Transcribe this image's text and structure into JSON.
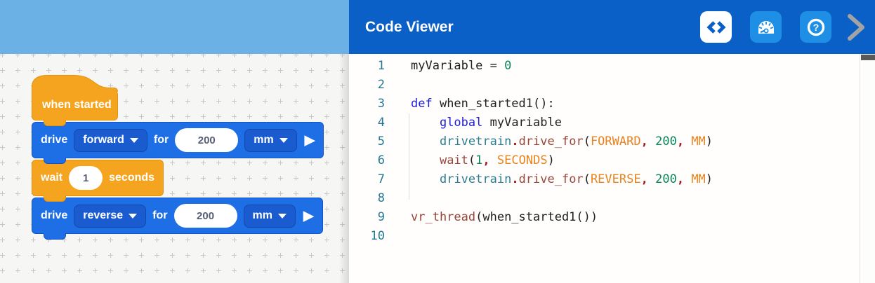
{
  "workspace": {
    "blocks": {
      "hat": {
        "label": "when started"
      },
      "drive_forward": {
        "verb": "drive",
        "direction": "forward",
        "for": "for",
        "distance": "200",
        "unit": "mm"
      },
      "wait": {
        "verb": "wait",
        "duration": "1",
        "unit_label": "seconds"
      },
      "drive_reverse": {
        "verb": "drive",
        "direction": "reverse",
        "for": "for",
        "distance": "200",
        "unit": "mm"
      }
    }
  },
  "code_viewer": {
    "title": "Code Viewer",
    "toolbar": {
      "icons": [
        "code-icon",
        "dashboard-icon",
        "help-icon",
        "collapse-panel-chevron-icon"
      ]
    },
    "code": {
      "lines": [
        {
          "num": "1",
          "segments": [
            [
              "plain",
              "myVariable = "
            ],
            [
              "num",
              "0"
            ]
          ]
        },
        {
          "num": "2",
          "segments": []
        },
        {
          "num": "3",
          "segments": [
            [
              "kw",
              "def"
            ],
            [
              "plain",
              " when_started1():"
            ]
          ]
        },
        {
          "num": "4",
          "segments": [
            [
              "plain",
              "    "
            ],
            [
              "kw",
              "global"
            ],
            [
              "plain",
              " myVariable"
            ]
          ]
        },
        {
          "num": "5",
          "segments": [
            [
              "plain",
              "    "
            ],
            [
              "obj",
              "drivetrain"
            ],
            [
              "dot",
              "."
            ],
            [
              "fn",
              "drive_for"
            ],
            [
              "plain",
              "("
            ],
            [
              "const",
              "FORWARD"
            ],
            [
              "dot",
              ","
            ],
            [
              "plain",
              " "
            ],
            [
              "num",
              "200"
            ],
            [
              "dot",
              ","
            ],
            [
              "plain",
              " "
            ],
            [
              "const",
              "MM"
            ],
            [
              "plain",
              ")"
            ]
          ]
        },
        {
          "num": "6",
          "segments": [
            [
              "plain",
              "    "
            ],
            [
              "fn",
              "wait"
            ],
            [
              "plain",
              "("
            ],
            [
              "num",
              "1"
            ],
            [
              "dot",
              ","
            ],
            [
              "plain",
              " "
            ],
            [
              "const",
              "SECONDS"
            ],
            [
              "plain",
              ")"
            ]
          ]
        },
        {
          "num": "7",
          "segments": [
            [
              "plain",
              "    "
            ],
            [
              "obj",
              "drivetrain"
            ],
            [
              "dot",
              "."
            ],
            [
              "fn",
              "drive_for"
            ],
            [
              "plain",
              "("
            ],
            [
              "const",
              "REVERSE"
            ],
            [
              "dot",
              ","
            ],
            [
              "plain",
              " "
            ],
            [
              "num",
              "200"
            ],
            [
              "dot",
              ","
            ],
            [
              "plain",
              " "
            ],
            [
              "const",
              "MM"
            ],
            [
              "plain",
              ")"
            ]
          ]
        },
        {
          "num": "8",
          "segments": []
        },
        {
          "num": "9",
          "segments": [
            [
              "fn",
              "vr_thread"
            ],
            [
              "plain",
              "(when_started1())"
            ]
          ]
        },
        {
          "num": "10",
          "segments": []
        }
      ]
    }
  },
  "colors": {
    "header_blue": "#0b60c7",
    "toolbar_icon_blue": "#1e8fe4",
    "workspace_topbar_blue": "#6cb1e5",
    "block_blue": "#1e6ee6",
    "block_orange": "#f5a41f",
    "line_number_teal": "#237893",
    "keyword_blue": "#2020d8",
    "number_green": "#098658",
    "constant_orange": "#e8831d",
    "function_brown": "#96473a",
    "object_teal": "#2b7d8e",
    "punctuation_red": "#a31515"
  }
}
